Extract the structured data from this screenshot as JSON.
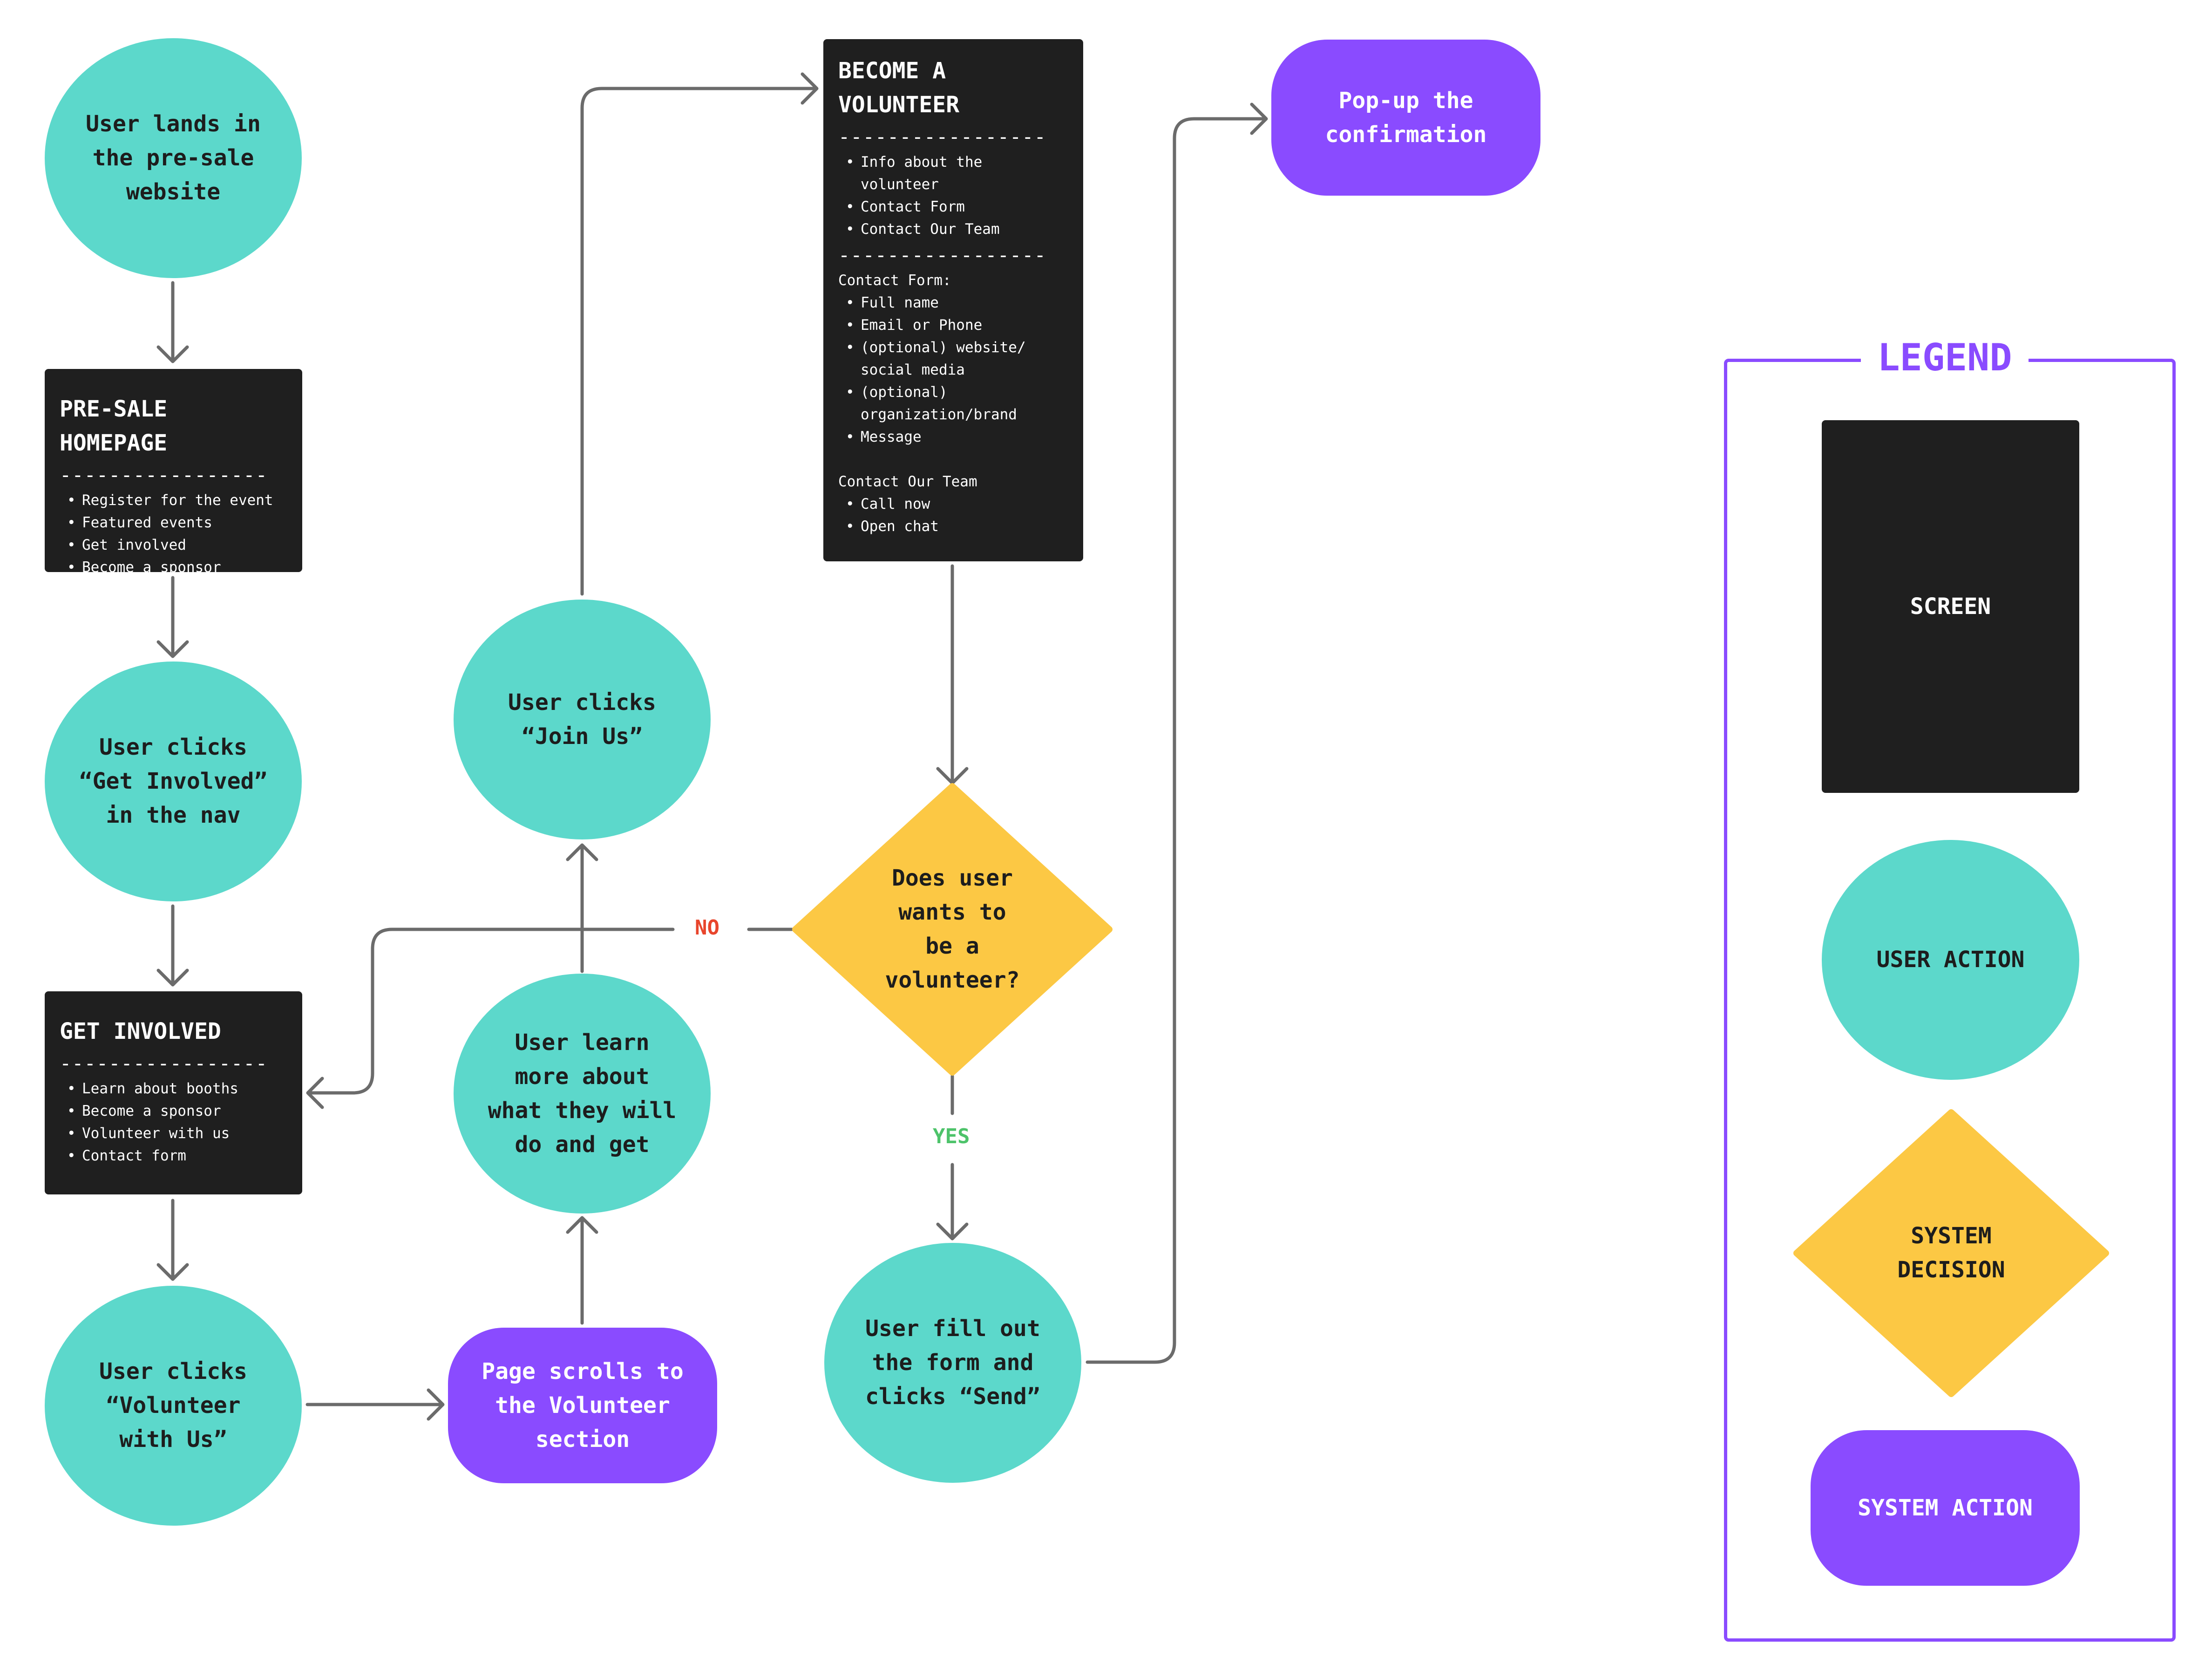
{
  "colors": {
    "screen": "#1f1f1f",
    "user_action": "#5CD8CB",
    "system_decision": "#FCC844",
    "system_action": "#8A4BFF",
    "connector": "#6b6b6b",
    "no_label": "#E8452C",
    "yes_label": "#4DC36A",
    "legend": "#8A4BFF"
  },
  "nodes": {
    "lands": {
      "text": "User lands in the pre-sale website"
    },
    "homepage": {
      "title": "PRE-SALE HOMEPAGE",
      "separator": "-----------------",
      "items": [
        "Register for the event",
        "Featured events",
        "Get involved",
        "Become a sponsor"
      ]
    },
    "clicks_get_involved": {
      "text": "User clicks “Get Involved” in the nav"
    },
    "get_involved": {
      "title": "GET INVOLVED",
      "separator": "-----------------",
      "items": [
        "Learn about booths",
        "Become a sponsor",
        "Volunteer with us",
        "Contact form"
      ]
    },
    "clicks_volunteer": {
      "text": "User clicks “Volunteer with Us”"
    },
    "page_scrolls": {
      "text": "Page scrolls to the Volunteer section"
    },
    "learn_more": {
      "text": "User learn more about what they will do and get"
    },
    "clicks_join": {
      "text": "User clicks “Join Us”"
    },
    "become_volunteer": {
      "title": "BECOME A\nVOLUNTEER",
      "separator": "-----------------",
      "items1": [
        "Info about the\nvolunteer",
        "Contact Form",
        "Contact Our Team"
      ],
      "contact_form_label": "Contact Form:",
      "items2": [
        "Full name",
        "Email or Phone",
        "(optional) website/\nsocial media",
        "(optional)\norganization/brand",
        "Message"
      ],
      "contact_team_label": "Contact Our Team",
      "items3": [
        "Call now",
        "Open chat"
      ]
    },
    "decision": {
      "text": "Does user wants to be a volunteer?"
    },
    "fill_form": {
      "text": "User fill out the form and clicks “Send”"
    },
    "popup": {
      "text": "Pop-up the confirmation"
    }
  },
  "edge_labels": {
    "no": "NO",
    "yes": "YES"
  },
  "legend": {
    "title": "LEGEND",
    "screen": "SCREEN",
    "user_action": "USER ACTION",
    "system_decision": "SYSTEM DECISION",
    "system_action": "SYSTEM ACTION"
  }
}
